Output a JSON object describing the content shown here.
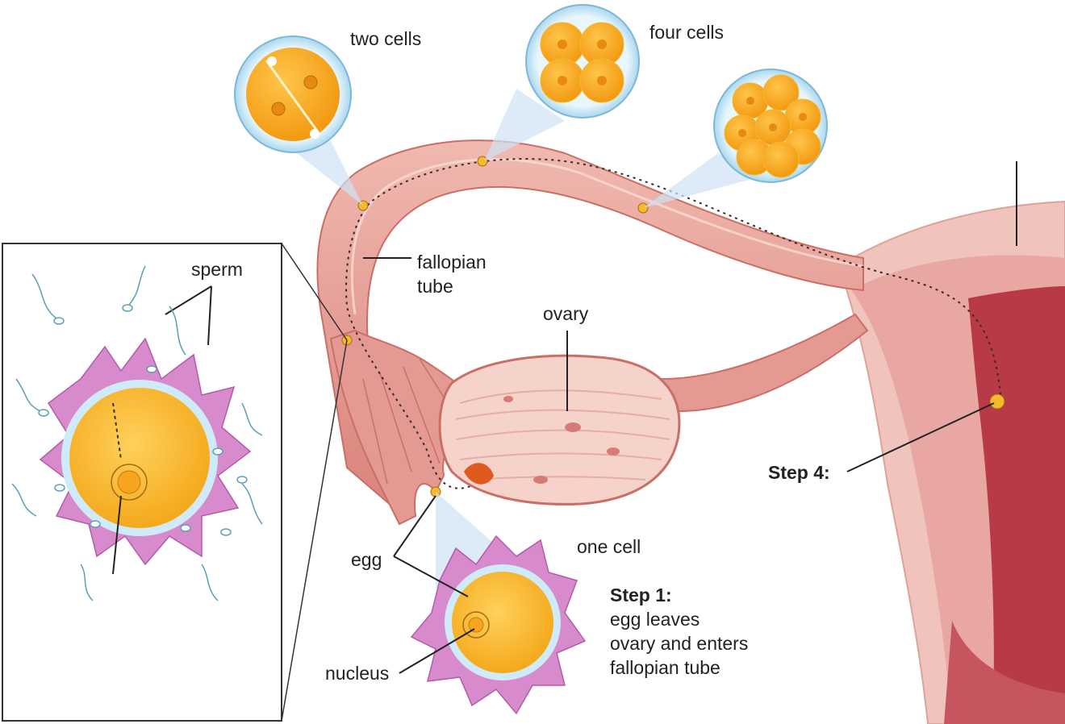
{
  "labels": {
    "two_cells": "two cells",
    "four_cells": "four cells",
    "sperm": "sperm",
    "fallopian_tube": [
      "fallopian",
      "tube"
    ],
    "ovary": "ovary",
    "egg": "egg",
    "one_cell": "one cell",
    "nucleus": "nucleus",
    "step1_title": "Step 1:",
    "step1_text": [
      "egg leaves",
      "ovary and enters",
      "fallopian tube"
    ],
    "step4_title": "Step 4:"
  },
  "colors": {
    "tissue": "#e8a2a0",
    "tissue_dark": "#c9706d",
    "egg_yellow": "#f6b92b",
    "egg_border": "#bfe3f2",
    "corona": "#d78bcc",
    "bubble": "#cfeaf8",
    "uterus_cavity": "#b3303d",
    "ovary": "#f3cec6"
  }
}
